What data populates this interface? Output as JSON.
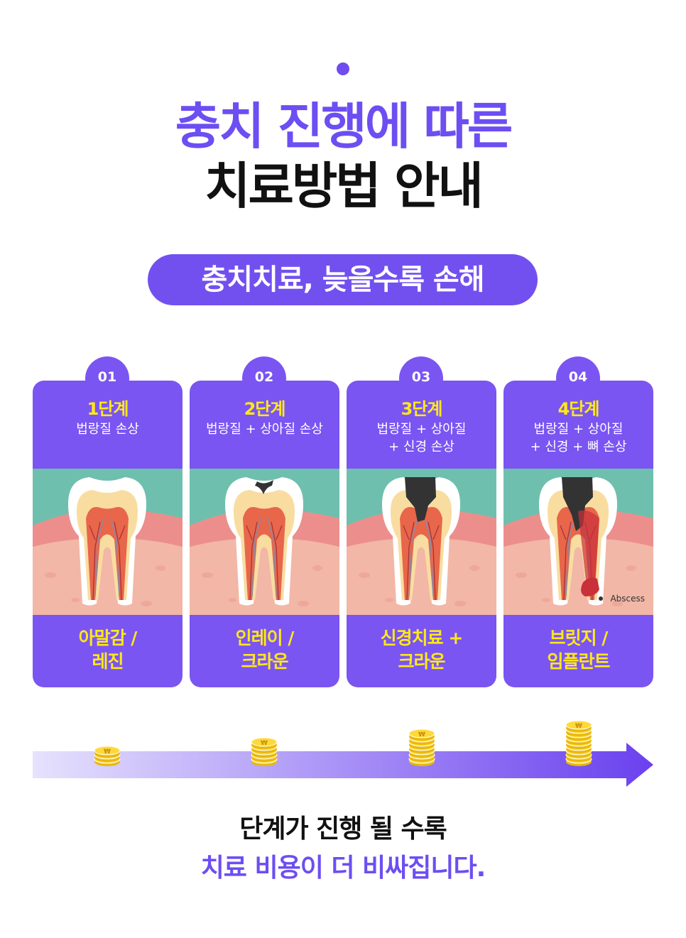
{
  "header": {
    "title_line1": "충치 진행에 따른",
    "title_line2": "치료방법 안내"
  },
  "pill": "충치치료, 늦을수록 손해",
  "stages": [
    {
      "num": "01",
      "stage": "1단계",
      "desc": "법랑질 손상",
      "treatment": "아말감 /\n레진",
      "decay": 0
    },
    {
      "num": "02",
      "stage": "2단계",
      "desc": "법랑질 + 상아질 손상",
      "treatment": "인레이 /\n크라운",
      "decay": 1
    },
    {
      "num": "03",
      "stage": "3단계",
      "desc": "법랑질 + 상아질\n+ 신경 손상",
      "treatment": "신경치료 +\n크라운",
      "decay": 2
    },
    {
      "num": "04",
      "stage": "4단계",
      "desc": "법랑질 + 상아질\n+ 신경 + 뼈 손상",
      "treatment": "브릿지 /\n임플란트",
      "decay": 3,
      "label": "Abscess"
    }
  ],
  "coin_stacks": [
    3,
    5,
    7,
    9
  ],
  "footer": {
    "line1": "단계가 진행 될 수록",
    "line2": "치료 비용이 더 비싸집니다."
  },
  "colors": {
    "purple": "#7a55f2",
    "yellow": "#ffe81a",
    "gum": "#6fbfae"
  }
}
